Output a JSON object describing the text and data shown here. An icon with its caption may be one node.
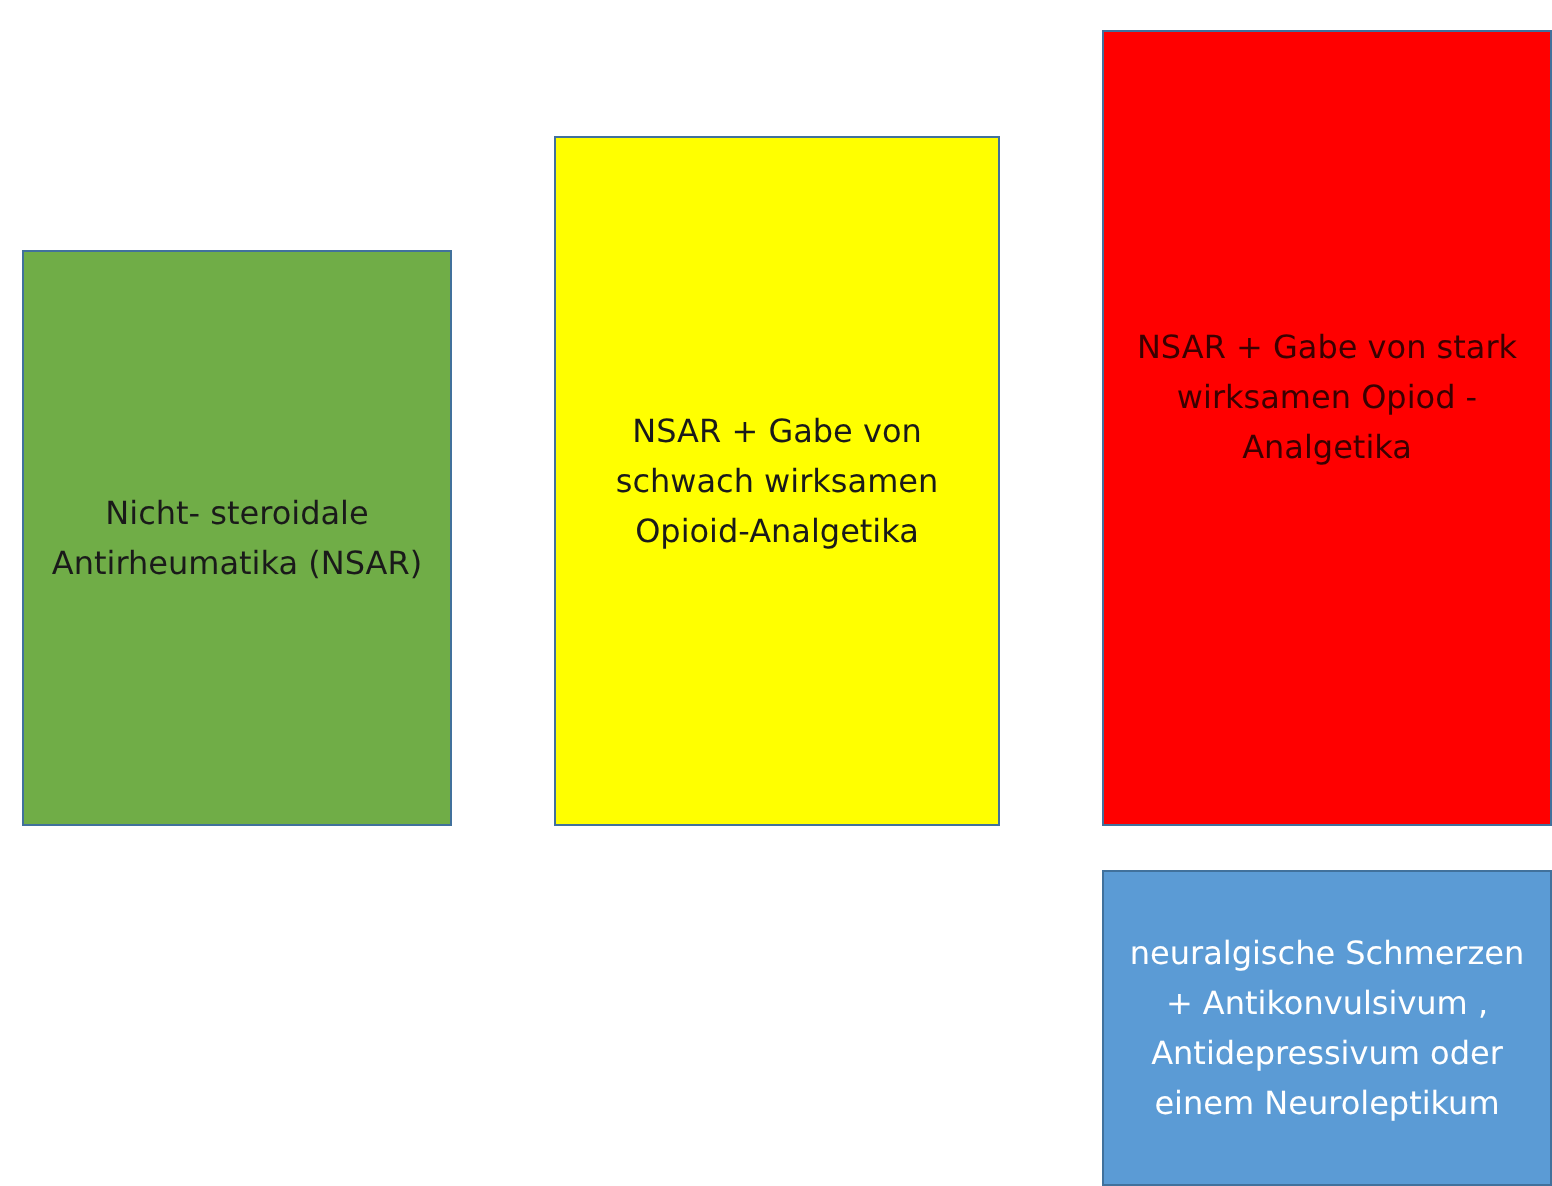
{
  "diagram": {
    "nodes": [
      {
        "text": [
          "Nicht- steroidale Antirheumatika (NSAR)"
        ]
      },
      {
        "text": [
          "NSAR + Gabe von schwach wirksamen Opioid-Analgetika"
        ]
      },
      {
        "text": [
          "NSAR + Gabe von stark wirksamen Opiod - Analgetika"
        ]
      },
      {
        "text": [
          "neuralgische Schmerzen + Antikonvulsivum , Antidepressivum oder einem Neuroleptikum"
        ]
      }
    ]
  }
}
